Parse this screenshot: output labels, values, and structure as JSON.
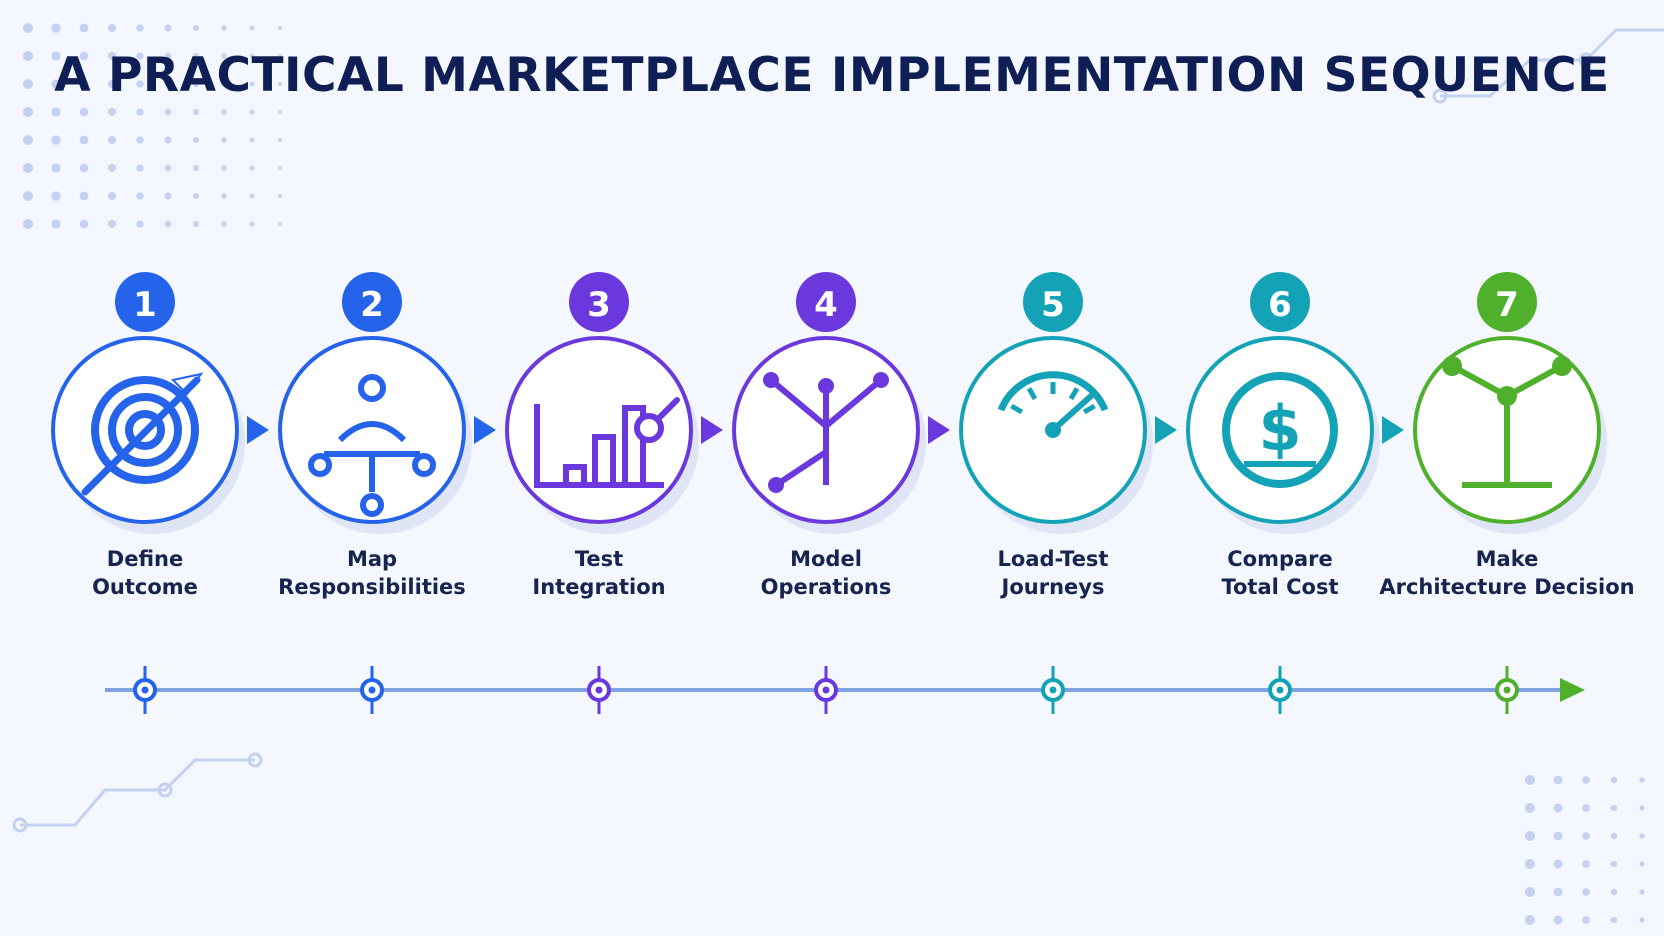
{
  "title": "A PRACTICAL MARKETPLACE IMPLEMENTATION SEQUENCE",
  "colors": {
    "background": "#f4f7fe",
    "title": "#0f1f56",
    "label": "#16244f",
    "timeline": "#7ea3e0",
    "decor_dots": "#c5d1f1"
  },
  "steps": [
    {
      "number": "1",
      "line1": "Define",
      "line2": "Outcome",
      "color": "#2563eb",
      "icon": "target-icon"
    },
    {
      "number": "2",
      "line1": "Map",
      "line2": "Responsibilities",
      "color": "#2563eb",
      "icon": "org-chart-icon"
    },
    {
      "number": "3",
      "line1": "Test",
      "line2": "Integration",
      "color": "#6a38dd",
      "icon": "bar-chart-icon"
    },
    {
      "number": "4",
      "line1": "Model",
      "line2": "Operations",
      "color": "#6a38dd",
      "icon": "network-icon"
    },
    {
      "number": "5",
      "line1": "Load-Test",
      "line2": "Journeys",
      "color": "#14a3b6",
      "icon": "gauge-icon"
    },
    {
      "number": "6",
      "line1": "Compare",
      "line2": "Total Cost",
      "color": "#14a3b6",
      "icon": "dollar-icon"
    },
    {
      "number": "7",
      "line1": "Make",
      "line2": "Architecture Decision",
      "color": "#4fb02c",
      "icon": "decision-icon"
    }
  ]
}
